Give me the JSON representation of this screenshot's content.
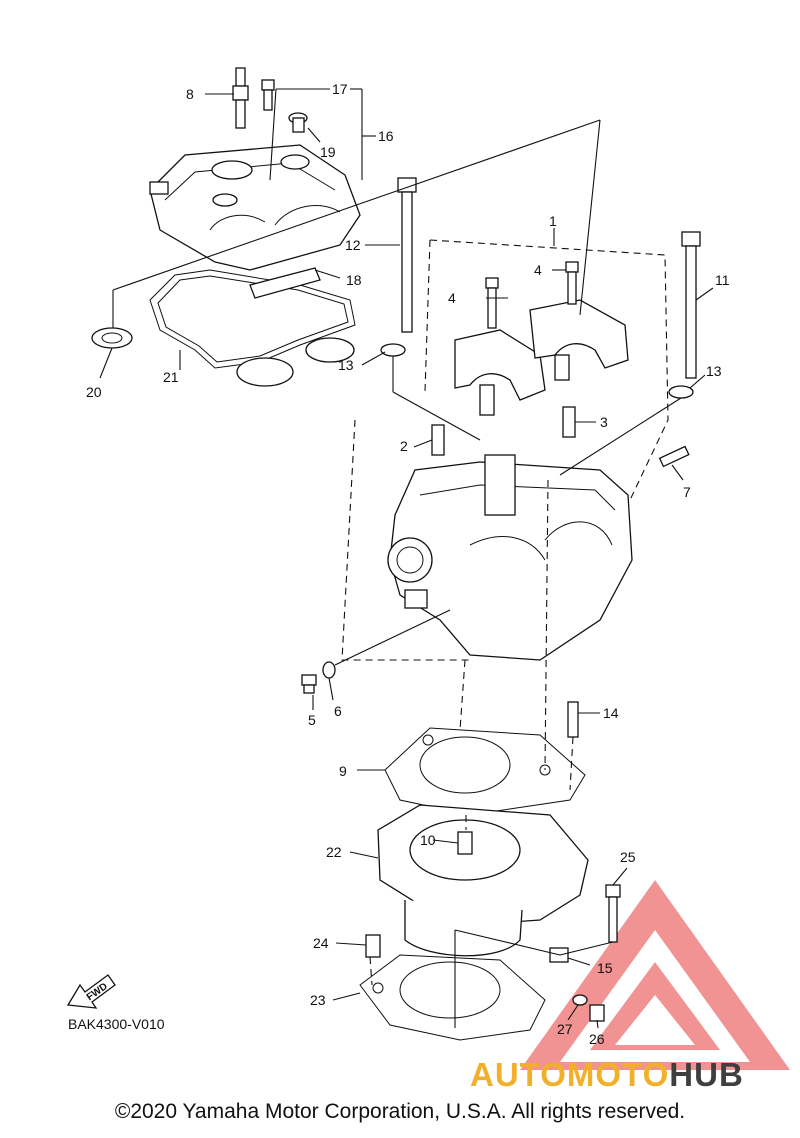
{
  "diagram": {
    "part_code": "BAK4300-V010",
    "fwd_label": "FWD",
    "copyright": "©2020 Yamaha Motor Corporation, U.S.A. All rights reserved.",
    "labels": [
      {
        "id": "1",
        "text": "1"
      },
      {
        "id": "2",
        "text": "2"
      },
      {
        "id": "3",
        "text": "3"
      },
      {
        "id": "4a",
        "text": "4"
      },
      {
        "id": "4b",
        "text": "4"
      },
      {
        "id": "5",
        "text": "5"
      },
      {
        "id": "6",
        "text": "6"
      },
      {
        "id": "7",
        "text": "7"
      },
      {
        "id": "8",
        "text": "8"
      },
      {
        "id": "9",
        "text": "9"
      },
      {
        "id": "10",
        "text": "10"
      },
      {
        "id": "11",
        "text": "11"
      },
      {
        "id": "12",
        "text": "12"
      },
      {
        "id": "13a",
        "text": "13"
      },
      {
        "id": "13b",
        "text": "13"
      },
      {
        "id": "14",
        "text": "14"
      },
      {
        "id": "15",
        "text": "15"
      },
      {
        "id": "16",
        "text": "16"
      },
      {
        "id": "17",
        "text": "17"
      },
      {
        "id": "18",
        "text": "18"
      },
      {
        "id": "19",
        "text": "19"
      },
      {
        "id": "20",
        "text": "20"
      },
      {
        "id": "21",
        "text": "21"
      },
      {
        "id": "22",
        "text": "22"
      },
      {
        "id": "23",
        "text": "23"
      },
      {
        "id": "24",
        "text": "24"
      },
      {
        "id": "25",
        "text": "25"
      },
      {
        "id": "26",
        "text": "26"
      },
      {
        "id": "27",
        "text": "27"
      }
    ]
  },
  "watermark": {
    "text_part1": "AUTOMOTO",
    "text_part2": "HUB",
    "accent_color": "#f2b02a",
    "dark_color": "#3f3f3f",
    "logo_color": "#e63b3b"
  }
}
